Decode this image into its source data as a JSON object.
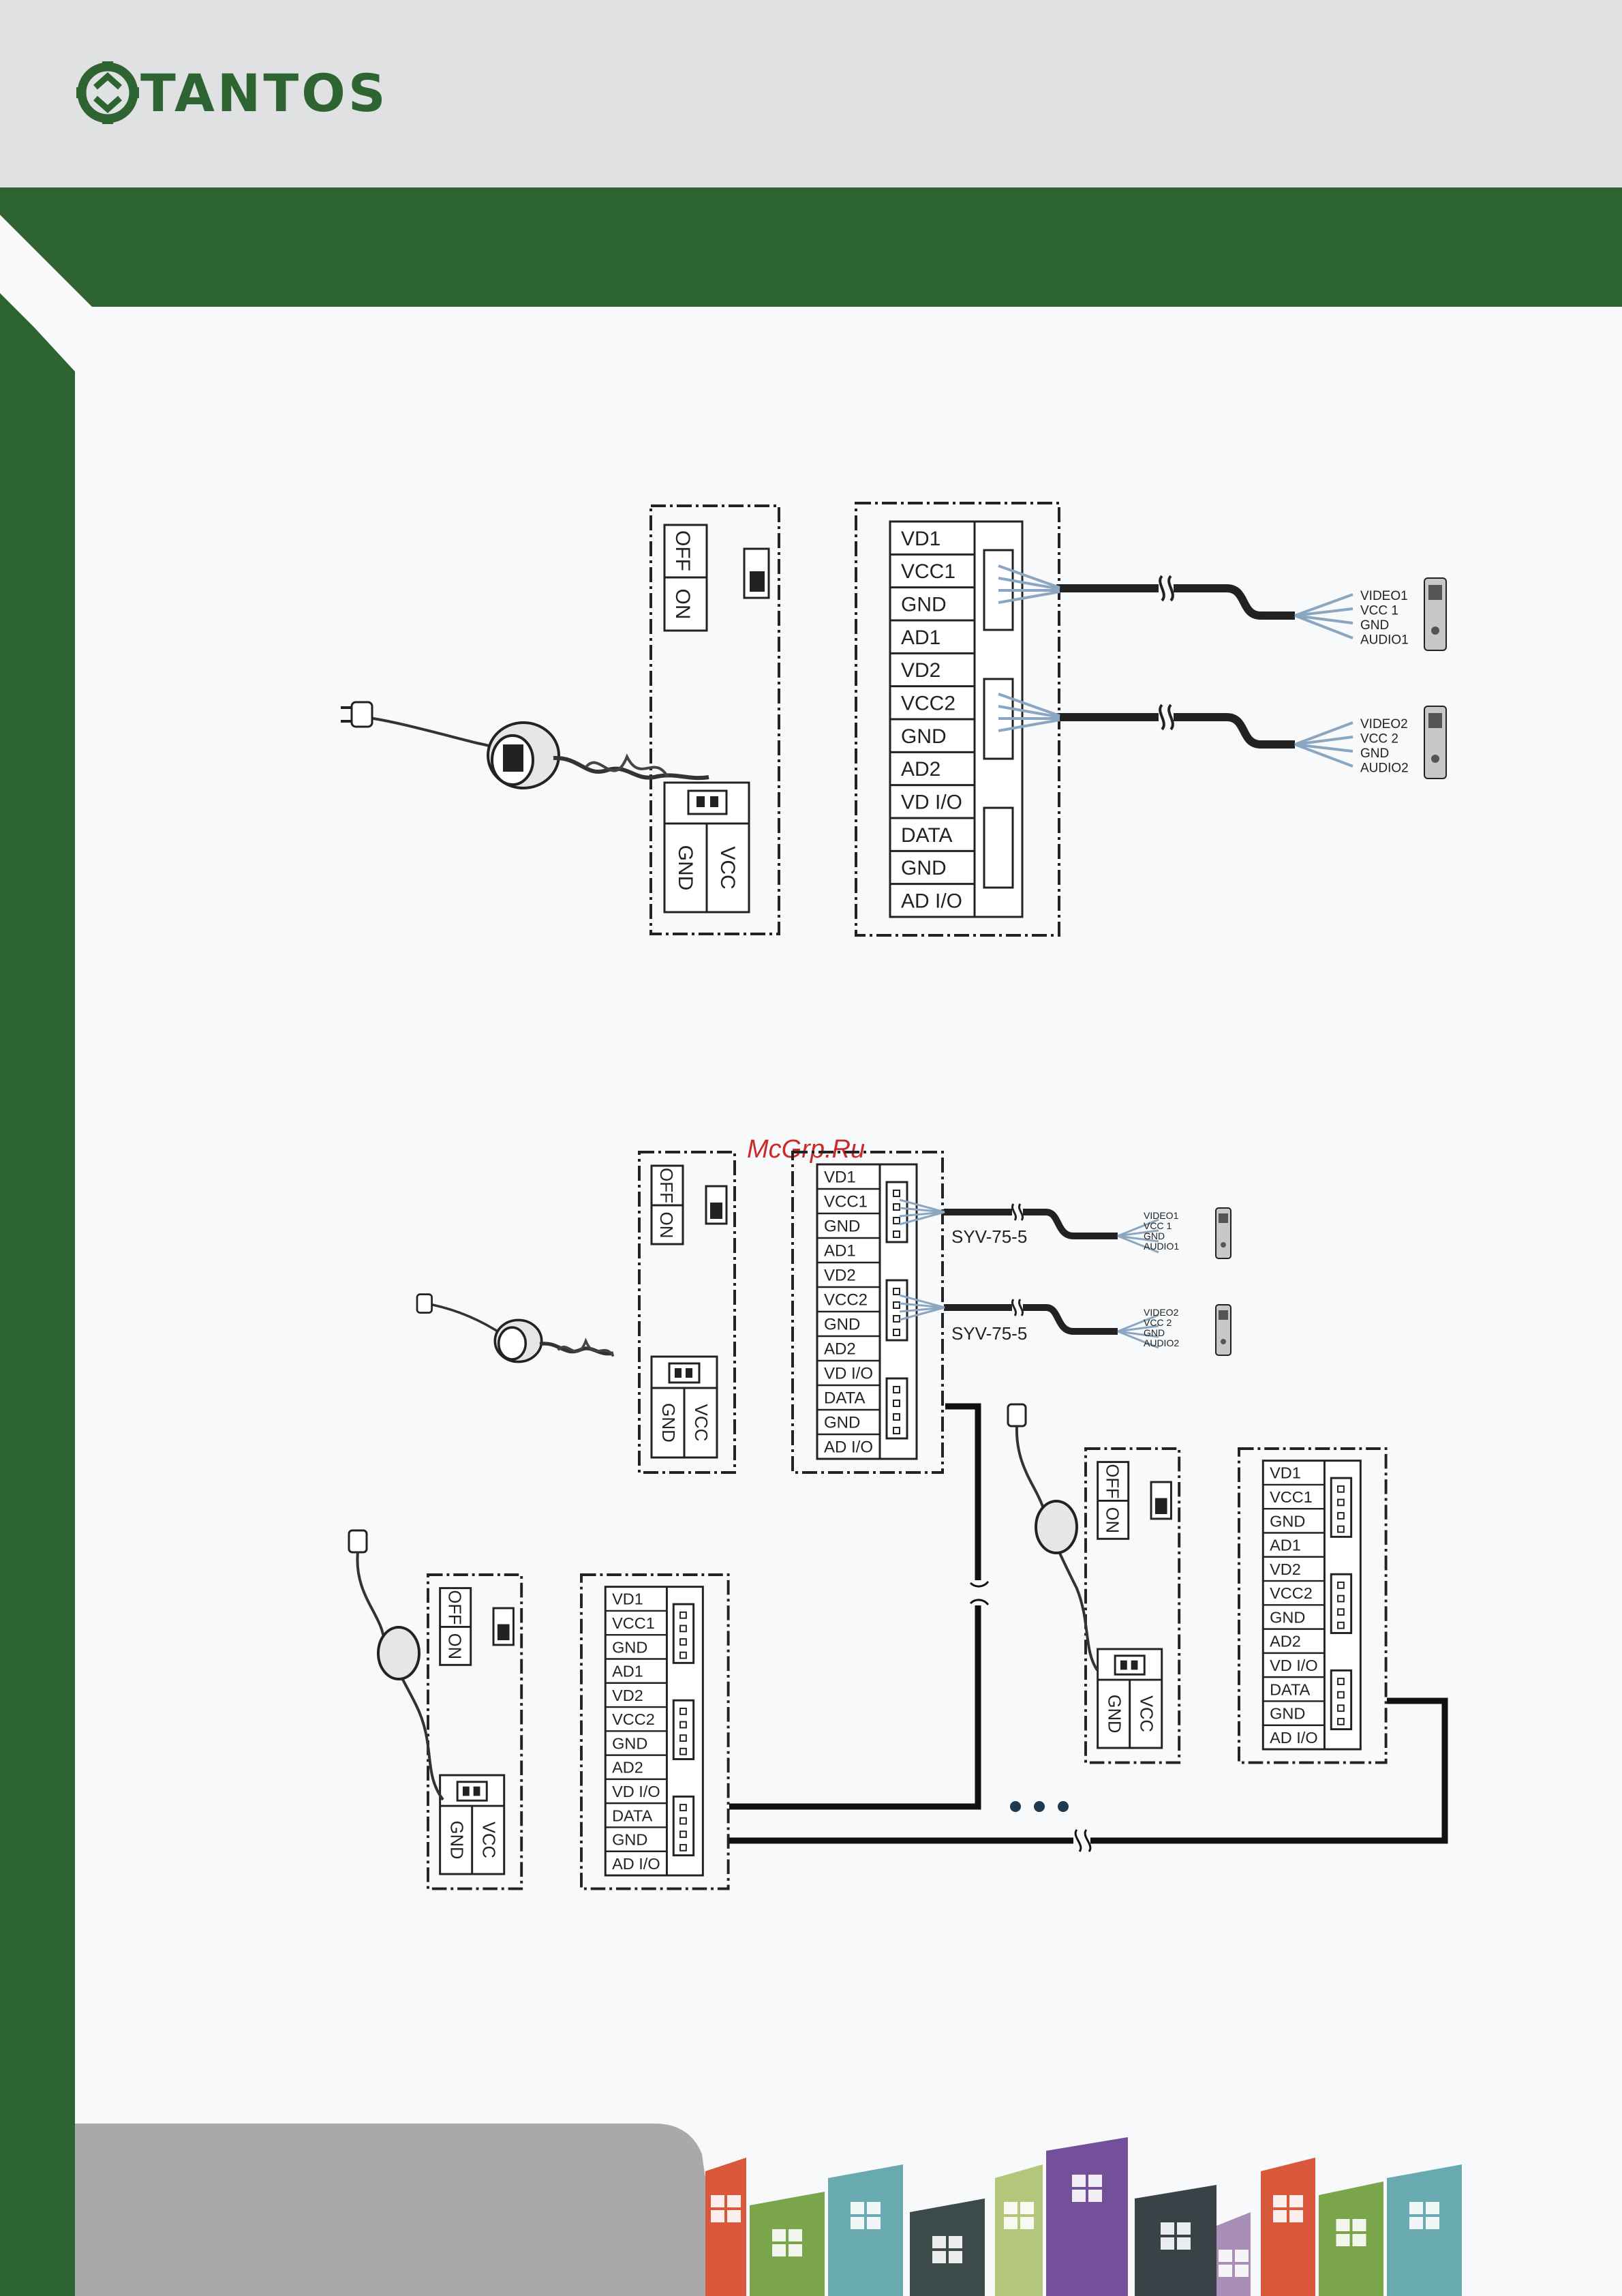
{
  "brand": {
    "name": "TANTOS",
    "green": "#2e6332",
    "header_gray": "#e0e1e3"
  },
  "watermark": "McGrp.Ru",
  "power_switch": {
    "off": "OFF",
    "on": "ON"
  },
  "power_terminal": {
    "gnd": "GND",
    "vcc": "VCC"
  },
  "monitor_terminals": [
    "VD1",
    "VCC1",
    "GND",
    "AD1",
    "VD2",
    "VCC2",
    "GND",
    "AD2",
    "VD I/O",
    "DATA",
    "GND",
    "AD I/O"
  ],
  "doorbell1_labels": [
    "VIDEO1",
    "VCC 1",
    "GND",
    "AUDIO1"
  ],
  "doorbell2_labels": [
    "VIDEO2",
    "VCC 2",
    "GND",
    "AUDIO2"
  ],
  "cable_label": "SYV-75-5",
  "building_colors": [
    "#d9573a",
    "#7aa54b",
    "#69aab1",
    "#3d4a4a",
    "#b3c67c",
    "#75509a",
    "#394347",
    "#a98fb8",
    "#d9573a",
    "#7aa54b",
    "#69aab1"
  ]
}
